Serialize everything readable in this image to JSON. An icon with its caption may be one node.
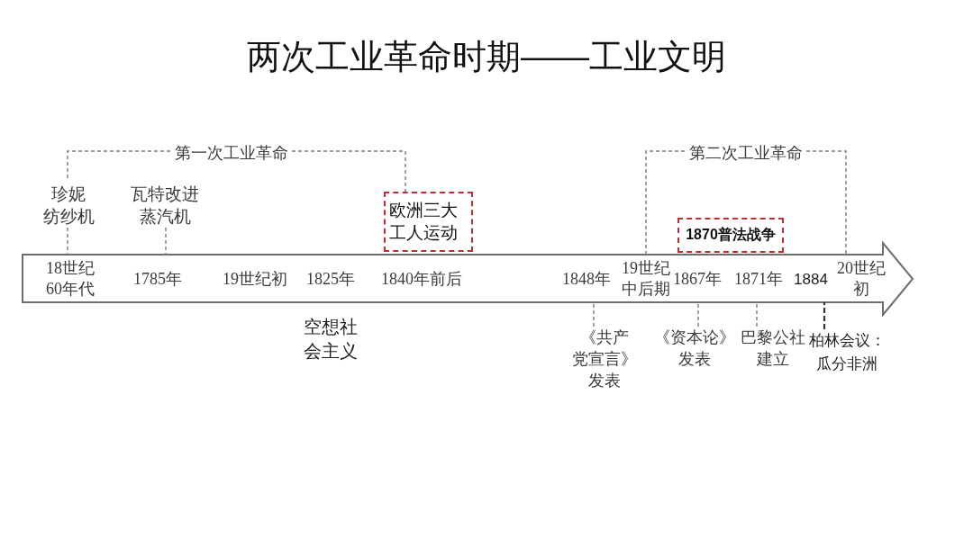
{
  "diagram": {
    "title": "两次工业革命时期——工业文明",
    "nodes": [
      {
        "text": [
          "珍妮纺纱机"
        ]
      },
      {
        "text": [
          "瓦特改进蒸汽机"
        ]
      },
      {
        "text": [
          "欧洲三大工人运动"
        ]
      },
      {
        "text": [
          "1870普法战争"
        ]
      },
      {
        "text": [
          "18世纪60年代",
          "1785年",
          "19世纪初",
          "1825年",
          "1840年前后",
          "1848年",
          "19世纪中后期",
          "1867年",
          "1871年",
          "1884",
          "20世纪初"
        ]
      },
      {
        "text": [
          "《共产党宣言》发表"
        ]
      },
      {
        "text": [
          "《资本论》发表"
        ]
      },
      {
        "text": [
          "巴黎公社建立"
        ]
      },
      {
        "text": [
          "柏林会议：瓜分非洲"
        ]
      }
    ],
    "edges": [
      {
        "from": 0,
        "to": 4,
        "arrow": "none",
        "style": "dashed"
      },
      {
        "from": 1,
        "to": 4,
        "arrow": "none",
        "style": "dashed"
      },
      {
        "from": 5,
        "to": 4,
        "arrow": "none",
        "style": "dashed"
      },
      {
        "from": 6,
        "to": 4,
        "arrow": "none",
        "style": "dashed"
      },
      {
        "from": 7,
        "to": 4,
        "arrow": "none",
        "style": "dashed"
      },
      {
        "from": 8,
        "to": 4,
        "arrow": "none",
        "style": "dashed",
        "color": "#333333"
      }
    ],
    "labels": [
      "第一次工业革命",
      "第二次工业革命",
      "空想社会主义"
    ]
  }
}
